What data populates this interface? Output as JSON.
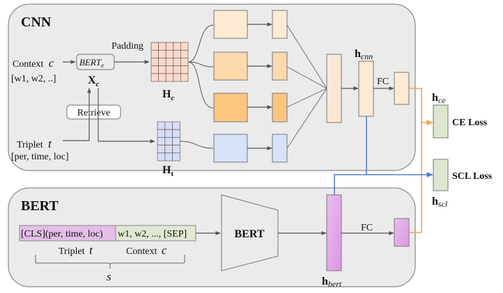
{
  "colors": {
    "panel_fill": "#ebebeb",
    "panel_stroke": "#8a8a8a",
    "arrow": "#555555",
    "cnn_vec_light": "#fdebd4",
    "cnn_vec_mid": "#fdd9ab",
    "cnn_vec_dark": "#fdc580",
    "hc_grid": "#fbd9cc",
    "ht_grid": "#d5def8",
    "triplet_vec": "#d6e2f8",
    "bert_vec": "#e3a4e8",
    "cls_seg": "#e3bfe8",
    "ctx_seg": "#e0e8d1",
    "loss_box": "#dde7cf",
    "orange_path": "#f6a04d",
    "blue_path": "#4f7ee0"
  },
  "cnn_panel": {
    "title": "CNN",
    "context_label": "Context",
    "context_var": "c",
    "context_tokens": "[w1, w2, ..]",
    "bert_e_label": "BERT",
    "bert_e_sub": "e",
    "xc_label": "X",
    "xc_sub": "c",
    "padding_label": "Padding",
    "retrieve_label": "Retrieve",
    "triplet_label": "Triplet",
    "triplet_var": "t",
    "triplet_tokens": "[per, time, loc]",
    "hc_label": "H",
    "hc_sub": "c",
    "ht_label": "H",
    "ht_sub": "t",
    "hcnn_label": "h",
    "hcnn_sub": "cnn",
    "fc_label": "FC"
  },
  "losses": {
    "hce_label": "h",
    "hce_sub": "ce",
    "ce_loss": "CE Loss",
    "scl_loss": "SCL Loss",
    "hscl_label": "h",
    "hscl_sub": "scl"
  },
  "bert_panel": {
    "title": "BERT",
    "cls_segment": "[CLS](per, time, loc)",
    "ctx_segment": "w1, w2, ..., [SEP]",
    "triplet_label": "Triplet",
    "triplet_var": "t",
    "context_label": "Context",
    "context_var": "c",
    "s_var": "s",
    "encoder_label": "BERT",
    "hbert_label": "h",
    "hbert_sub": "bert",
    "fc_label": "FC"
  }
}
